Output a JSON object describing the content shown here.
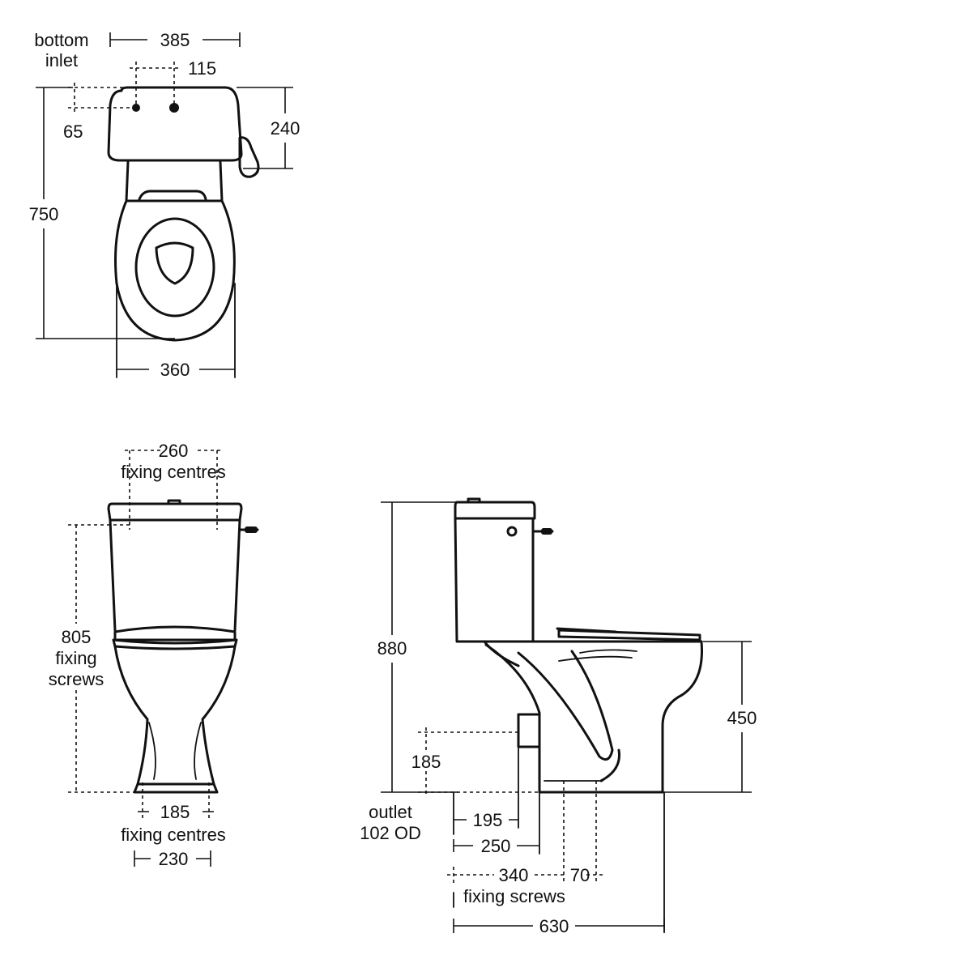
{
  "plan_view": {
    "inlet_label_line1": "bottom",
    "inlet_label_line2": "inlet",
    "cistern_width": "385",
    "inlet_spacing": "115",
    "inlet_offset": "65",
    "cistern_depth": "240",
    "overall_length": "750",
    "pan_width": "360"
  },
  "front_view": {
    "cistern_fixing_centres": "260",
    "cistern_fixing_label": "fixing centres",
    "fixing_screws_height": "805",
    "fixing_screws_line1": "fixing",
    "fixing_screws_line2": "screws",
    "base_fixing_centres": "185",
    "base_fixing_label": "fixing centres",
    "base_width": "230"
  },
  "side_view": {
    "overall_height": "880",
    "seat_height": "450",
    "outlet_height": "185",
    "outlet_label_line1": "outlet",
    "outlet_label_line2": "102 OD",
    "dim_195": "195",
    "dim_250": "250",
    "dim_340": "340",
    "dim_70": "70",
    "fixing_screws_label": "fixing screws",
    "overall_depth": "630"
  },
  "colors": {
    "ink": "#111111",
    "background": "#ffffff"
  }
}
